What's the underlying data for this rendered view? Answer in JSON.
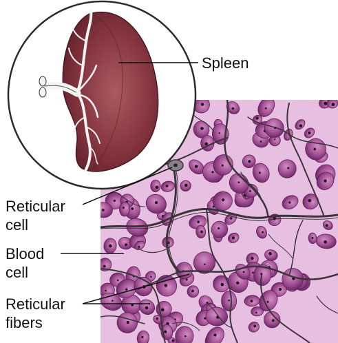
{
  "labels": {
    "spleen": "Spleen",
    "reticular_cell": [
      "Reticular",
      "cell"
    ],
    "blood_cell": [
      "Blood",
      "cell"
    ],
    "reticular_fibers": [
      "Reticular",
      "fibers"
    ]
  },
  "colors": {
    "tissue_background": "#e7bfe0",
    "blood_cell": "#a2508f",
    "fiber": "#3a343a",
    "spleen_fill": "#7d2f38",
    "vessels": "#f4f4f4",
    "leader_line": "#111111"
  }
}
